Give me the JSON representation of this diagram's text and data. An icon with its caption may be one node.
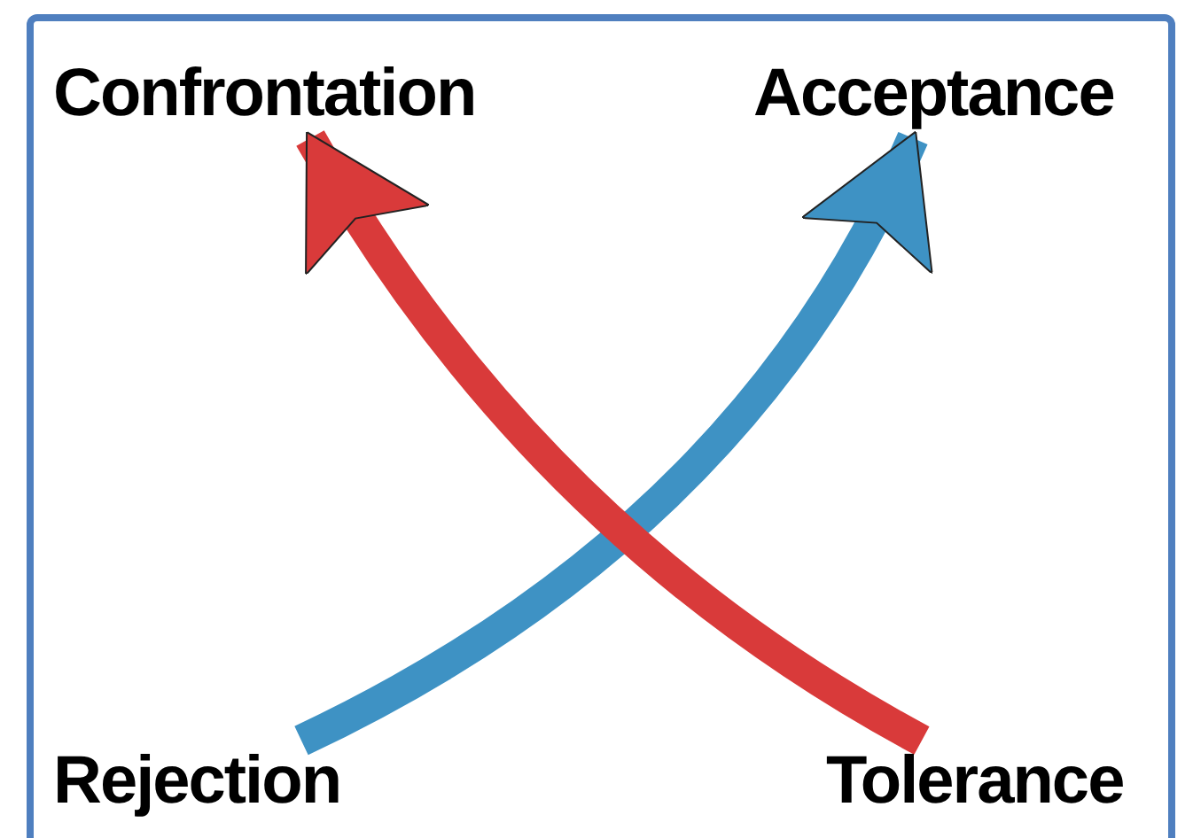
{
  "diagram": {
    "nodes": [
      {
        "text": [
          "Confrontation"
        ]
      },
      {
        "text": [
          "Acceptance"
        ]
      },
      {
        "text": [
          "Rejection"
        ]
      },
      {
        "text": [
          "Tolerance"
        ]
      }
    ],
    "edges": [
      {
        "from": 2,
        "to": 1,
        "arrow": "to",
        "color": "#3e92c4"
      },
      {
        "from": 3,
        "to": 0,
        "arrow": "to",
        "color": "#d93a3a"
      }
    ]
  }
}
